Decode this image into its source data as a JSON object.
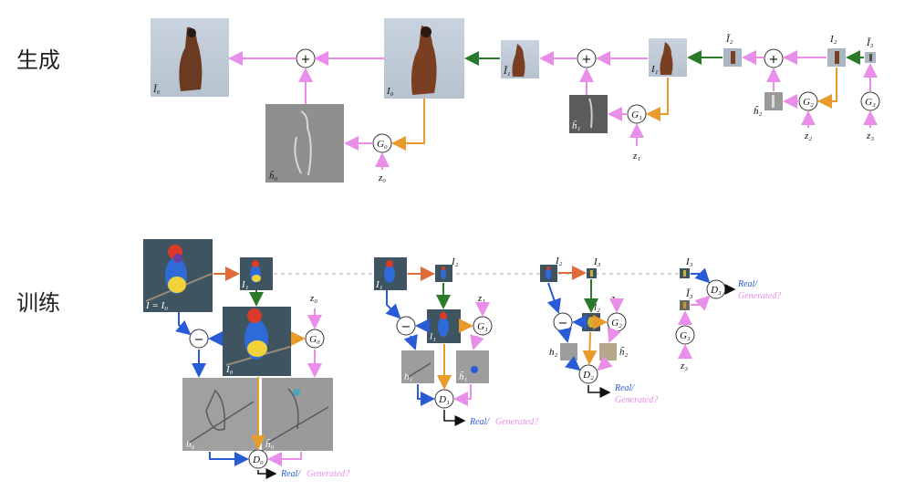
{
  "titles": {
    "generation": "生成",
    "training": "训练"
  },
  "gen": {
    "I0t": "Ĩ₀",
    "I0": "I₀",
    "h0t": "h̃₀",
    "G0": "G₀",
    "z0": "z₀",
    "I1t": "Ĩ₁",
    "I1": "I₁",
    "h1t": "h̃₁",
    "G1": "G₁",
    "z1": "z₁",
    "I2t": "Ĩ₂",
    "I2": "I₂",
    "h2t": "h̃₂",
    "G2": "G₂",
    "z2": "z₂",
    "I3t": "Ĩ₃",
    "G3": "G₃",
    "z3": "z₃",
    "plus": "+"
  },
  "train": {
    "I": "I = I₀",
    "I1": "I₁",
    "I0": "I₀",
    "h0": "h₀",
    "h0t": "h̃₀",
    "z0": "z₀",
    "G0": "G₀",
    "D0": "D₀",
    "s1_I1": "I₁",
    "s1_I2": "I₂",
    "s1_l1": "l₁",
    "s1_h1": "h₁",
    "s1_h1t": "h̃₁",
    "z1": "z₁",
    "G1": "G₁",
    "D1": "D₁",
    "s2_I2": "I₂",
    "s2_I3": "I₃",
    "s2_l2": "l₂",
    "s2_h2": "h₂",
    "s2_h2t": "h̃₂",
    "z2": "z₂",
    "G2": "G₂",
    "D2": "D₂",
    "s3_I3": "I₃",
    "s3_I3t": "Ĩ₃",
    "G3": "G₃",
    "z3": "z₃",
    "D3": "D₃",
    "minus": "−",
    "real": "Real/",
    "generated": "Generated?"
  },
  "colors": {
    "pink": "#e98ee8",
    "green": "#2a7a2a",
    "orange": "#e89a2a",
    "blue": "#2a5bd7",
    "red": "#e06a3a",
    "dash": "#c8c8c8"
  }
}
